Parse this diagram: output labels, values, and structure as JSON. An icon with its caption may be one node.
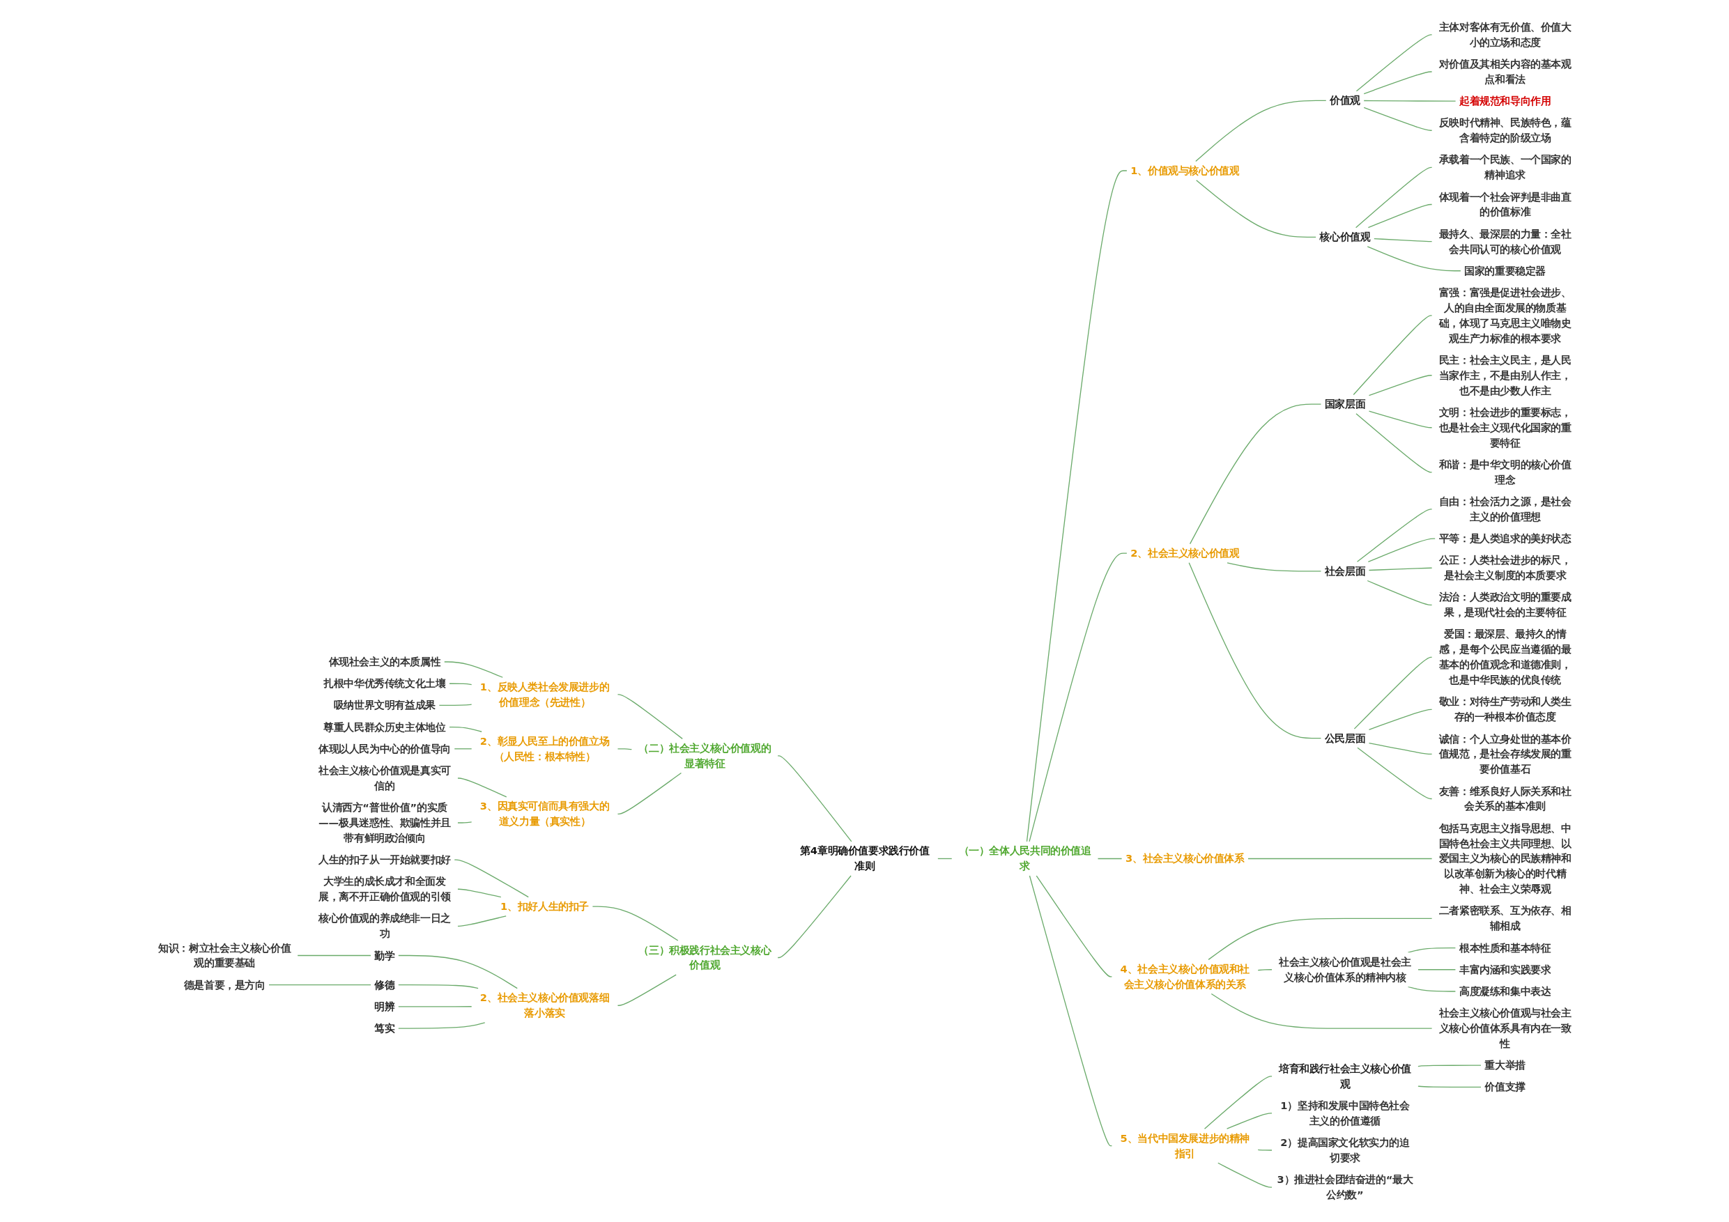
{
  "diagram": {
    "nodes": [
      {
        "text": [
          "第4章明确价值要求践行价值准则"
        ]
      },
      {
        "text": [
          "（二）社会主义核心价值观的显著特征"
        ]
      },
      {
        "text": [
          "1、反映人类社会发展进步的价值理念（先进性）"
        ]
      },
      {
        "text": [
          "体现社会主义的本质属性"
        ]
      },
      {
        "text": [
          "扎根中华优秀传统文化土壤"
        ]
      },
      {
        "text": [
          "吸纳世界文明有益成果"
        ]
      },
      {
        "text": [
          "2、彰显人民至上的价值立场（人民性：根本特性）"
        ]
      },
      {
        "text": [
          "尊重人民群众历史主体地位"
        ]
      },
      {
        "text": [
          "体现以人民为中心的价值导向"
        ]
      },
      {
        "text": [
          "3、因真实可信而具有强大的道义力量（真实性）"
        ]
      },
      {
        "text": [
          "社会主义核心价值观是真实可信的"
        ]
      },
      {
        "text": [
          "认清西方“普世价值”的实质——极具迷惑性、欺骗性并且带有鲜明政治倾向"
        ]
      },
      {
        "text": [
          "（三）积极践行社会主义核心价值观"
        ]
      },
      {
        "text": [
          "1、扣好人生的扣子"
        ]
      },
      {
        "text": [
          "人生的扣子从一开始就要扣好"
        ]
      },
      {
        "text": [
          "大学生的成长成才和全面发展，离不开正确价值观的引领"
        ]
      },
      {
        "text": [
          "核心价值观的养成绝非一日之功"
        ]
      },
      {
        "text": [
          "2、社会主义核心价值观落细落小落实"
        ]
      },
      {
        "text": [
          "勤学"
        ]
      },
      {
        "text": [
          "知识：树立社会主义核心价值观的重要基础"
        ]
      },
      {
        "text": [
          "修德"
        ]
      },
      {
        "text": [
          "德是首要，是方向"
        ]
      },
      {
        "text": [
          "明辨"
        ]
      },
      {
        "text": [
          "笃实"
        ]
      },
      {
        "text": [
          "（一）全体人民共同的价值追求"
        ]
      },
      {
        "text": [
          "1、价值观与核心价值观"
        ]
      },
      {
        "text": [
          "价值观"
        ]
      },
      {
        "text": [
          "主体对客体有无价值、价值大小的立场和态度"
        ]
      },
      {
        "text": [
          "对价值及其相关内容的基本观点和看法"
        ]
      },
      {
        "text": [
          "起着规范和导向作用"
        ]
      },
      {
        "text": [
          "反映时代精神、民族特色，蕴含着特定的阶级立场"
        ]
      },
      {
        "text": [
          "核心价值观"
        ]
      },
      {
        "text": [
          "承载着一个民族、一个国家的精神追求"
        ]
      },
      {
        "text": [
          "体现着一个社会评判是非曲直的价值标准"
        ]
      },
      {
        "text": [
          "最持久、最深层的力量：全社会共同认可的核心价值观"
        ]
      },
      {
        "text": [
          "国家的重要稳定器"
        ]
      },
      {
        "text": [
          "2、社会主义核心价值观"
        ]
      },
      {
        "text": [
          "国家层面"
        ]
      },
      {
        "text": [
          "富强：富强是促进社会进步、人的自由全面发展的物质基础，体现了马克思主义唯物史观生产力标准的根本要求"
        ]
      },
      {
        "text": [
          "民主：社会主义民主，是人民当家作主，不是由别人作主，也不是由少数人作主"
        ]
      },
      {
        "text": [
          "文明：社会进步的重要标志，也是社会主义现代化国家的重要特征"
        ]
      },
      {
        "text": [
          "和谐：是中华文明的核心价值理念"
        ]
      },
      {
        "text": [
          "社会层面"
        ]
      },
      {
        "text": [
          "自由：社会活力之源，是社会主义的价值理想"
        ]
      },
      {
        "text": [
          "平等：是人类追求的美好状态"
        ]
      },
      {
        "text": [
          "公正：人类社会进步的标尺，是社会主义制度的本质要求"
        ]
      },
      {
        "text": [
          "法治：人类政治文明的重要成果，是现代社会的主要特征"
        ]
      },
      {
        "text": [
          "公民层面"
        ]
      },
      {
        "text": [
          "爱国：最深层、最持久的情感，是每个公民应当遵循的最基本的价值观念和道德准则，也是中华民族的优良传统"
        ]
      },
      {
        "text": [
          "敬业：对待生产劳动和人类生存的一种根本价值态度"
        ]
      },
      {
        "text": [
          "诚信：个人立身处世的基本价值规范，是社会存续发展的重要价值基石"
        ]
      },
      {
        "text": [
          "友善：维系良好人际关系和社会关系的基本准则"
        ]
      },
      {
        "text": [
          "3、社会主义核心价值体系"
        ]
      },
      {
        "text": [
          "包括马克思主义指导思想、中国特色社会主义共同理想、以爱国主义为核心的民族精神和以改革创新为核心的时代精神、社会主义荣辱观"
        ]
      },
      {
        "text": [
          "4、社会主义核心价值观和社会主义核心价值体系的关系"
        ]
      },
      {
        "text": [
          "二者紧密联系、互为依存、相辅相成"
        ]
      },
      {
        "text": [
          "社会主义核心价值观是社会主义核心价值体系的精神内核"
        ]
      },
      {
        "text": [
          "根本性质和基本特征"
        ]
      },
      {
        "text": [
          "丰富内涵和实践要求"
        ]
      },
      {
        "text": [
          "高度凝练和集中表达"
        ]
      },
      {
        "text": [
          "社会主义核心价值观与社会主义核心价值体系具有内在一致性"
        ]
      },
      {
        "text": [
          "5、当代中国发展进步的精神指引"
        ]
      },
      {
        "text": [
          "培育和践行社会主义核心价值观"
        ]
      },
      {
        "text": [
          "重大举措"
        ]
      },
      {
        "text": [
          "价值支撑"
        ]
      },
      {
        "text": [
          "1）坚持和发展中国特色社会主义的价值遵循"
        ]
      },
      {
        "text": [
          "2）提高国家文化软实力的迫切要求"
        ]
      },
      {
        "text": [
          "3）推进社会团结奋进的“最大公约数”"
        ]
      }
    ],
    "edges": [
      {
        "from": 1,
        "to": 0,
        "arrow": "none"
      },
      {
        "from": 2,
        "to": 1,
        "arrow": "none"
      },
      {
        "from": 3,
        "to": 2,
        "arrow": "none"
      },
      {
        "from": 4,
        "to": 2,
        "arrow": "none"
      },
      {
        "from": 5,
        "to": 2,
        "arrow": "none"
      },
      {
        "from": 6,
        "to": 1,
        "arrow": "none"
      },
      {
        "from": 7,
        "to": 6,
        "arrow": "none"
      },
      {
        "from": 8,
        "to": 6,
        "arrow": "none"
      },
      {
        "from": 9,
        "to": 1,
        "arrow": "none"
      },
      {
        "from": 10,
        "to": 9,
        "arrow": "none"
      },
      {
        "from": 11,
        "to": 9,
        "arrow": "none"
      },
      {
        "from": 12,
        "to": 0,
        "arrow": "none"
      },
      {
        "from": 13,
        "to": 12,
        "arrow": "none"
      },
      {
        "from": 14,
        "to": 13,
        "arrow": "none"
      },
      {
        "from": 15,
        "to": 13,
        "arrow": "none"
      },
      {
        "from": 16,
        "to": 13,
        "arrow": "none"
      },
      {
        "from": 17,
        "to": 12,
        "arrow": "none"
      },
      {
        "from": 18,
        "to": 17,
        "arrow": "none"
      },
      {
        "from": 19,
        "to": 18,
        "arrow": "none"
      },
      {
        "from": 20,
        "to": 17,
        "arrow": "none"
      },
      {
        "from": 21,
        "to": 20,
        "arrow": "none"
      },
      {
        "from": 22,
        "to": 17,
        "arrow": "none"
      },
      {
        "from": 23,
        "to": 17,
        "arrow": "none"
      },
      {
        "from": 0,
        "to": 24,
        "arrow": "none"
      },
      {
        "from": 24,
        "to": 25,
        "arrow": "none"
      },
      {
        "from": 25,
        "to": 26,
        "arrow": "none"
      },
      {
        "from": 26,
        "to": 27,
        "arrow": "none"
      },
      {
        "from": 26,
        "to": 28,
        "arrow": "none"
      },
      {
        "from": 26,
        "to": 29,
        "arrow": "none"
      },
      {
        "from": 26,
        "to": 30,
        "arrow": "none"
      },
      {
        "from": 25,
        "to": 31,
        "arrow": "none"
      },
      {
        "from": 31,
        "to": 32,
        "arrow": "none"
      },
      {
        "from": 31,
        "to": 33,
        "arrow": "none"
      },
      {
        "from": 31,
        "to": 34,
        "arrow": "none"
      },
      {
        "from": 31,
        "to": 35,
        "arrow": "none"
      },
      {
        "from": 24,
        "to": 36,
        "arrow": "none"
      },
      {
        "from": 36,
        "to": 37,
        "arrow": "none"
      },
      {
        "from": 37,
        "to": 38,
        "arrow": "none"
      },
      {
        "from": 37,
        "to": 39,
        "arrow": "none"
      },
      {
        "from": 37,
        "to": 40,
        "arrow": "none"
      },
      {
        "from": 37,
        "to": 41,
        "arrow": "none"
      },
      {
        "from": 36,
        "to": 42,
        "arrow": "none"
      },
      {
        "from": 42,
        "to": 43,
        "arrow": "none"
      },
      {
        "from": 42,
        "to": 44,
        "arrow": "none"
      },
      {
        "from": 42,
        "to": 45,
        "arrow": "none"
      },
      {
        "from": 42,
        "to": 46,
        "arrow": "none"
      },
      {
        "from": 36,
        "to": 47,
        "arrow": "none"
      },
      {
        "from": 47,
        "to": 48,
        "arrow": "none"
      },
      {
        "from": 47,
        "to": 49,
        "arrow": "none"
      },
      {
        "from": 47,
        "to": 50,
        "arrow": "none"
      },
      {
        "from": 47,
        "to": 51,
        "arrow": "none"
      },
      {
        "from": 24,
        "to": 52,
        "arrow": "none"
      },
      {
        "from": 52,
        "to": 53,
        "arrow": "none"
      },
      {
        "from": 24,
        "to": 54,
        "arrow": "none"
      },
      {
        "from": 54,
        "to": 55,
        "arrow": "none"
      },
      {
        "from": 54,
        "to": 56,
        "arrow": "none"
      },
      {
        "from": 56,
        "to": 57,
        "arrow": "none"
      },
      {
        "from": 56,
        "to": 58,
        "arrow": "none"
      },
      {
        "from": 56,
        "to": 59,
        "arrow": "none"
      },
      {
        "from": 54,
        "to": 60,
        "arrow": "none"
      },
      {
        "from": 24,
        "to": 61,
        "arrow": "none"
      },
      {
        "from": 61,
        "to": 62,
        "arrow": "none"
      },
      {
        "from": 62,
        "to": 63,
        "arrow": "none"
      },
      {
        "from": 62,
        "to": 64,
        "arrow": "none"
      },
      {
        "from": 61,
        "to": 65,
        "arrow": "none"
      },
      {
        "from": 61,
        "to": 66,
        "arrow": "none"
      },
      {
        "from": 61,
        "to": 67,
        "arrow": "none"
      }
    ]
  }
}
